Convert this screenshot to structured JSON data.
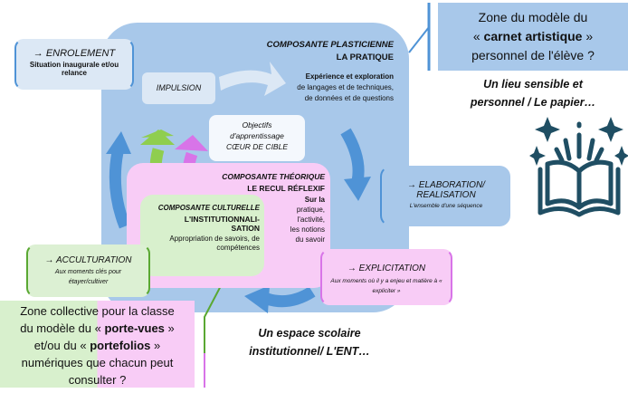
{
  "enrolement": {
    "title": "→ ENROLEMENT",
    "sub": "Situation inaugurale et/ou relance"
  },
  "impulsion": "IMPULSION",
  "plasticienne": {
    "title": "COMPOSANTE PLASTICIENNE",
    "subtitle": "LA PRATIQUE",
    "lines": [
      "Expérience et exploration",
      "de langages et de techniques,",
      "de données et de questions"
    ]
  },
  "objectifs": {
    "lines": [
      "Objectifs",
      "d'apprentissage",
      "CŒUR DE CIBLE"
    ]
  },
  "theorique": {
    "title": "COMPOSANTE THÉORIQUE",
    "subtitle": "LE RECUL RÉFLEXIF",
    "lines": [
      "Sur la",
      "pratique,",
      "l'activité,",
      "les notions",
      "du savoir"
    ]
  },
  "culturelle": {
    "title": "COMPOSANTE CULTURELLE",
    "subtitle1": "L'INSTITUTIONNALI-",
    "subtitle2": "SATION",
    "text": "Appropriation de savoirs, de compétences"
  },
  "elaboration": {
    "title1": "→ ELABORATION/",
    "title2": "REALISATION",
    "sub": "L'ensemble d'une séquence"
  },
  "explicitation": {
    "title": "→ EXPLICITATION",
    "sub": "Aux moments où il y a enjeu et matière à « expliciter »"
  },
  "acculturation": {
    "title": "→ ACCULTURATION",
    "sub": "Aux moments clés pour étayer/cultiver"
  },
  "zone_carnet": {
    "pre": "Zone du modèle du",
    "q1": "« ",
    "bold": "carnet artistique",
    "q2": " »",
    "post": "personnel de l'élève ?"
  },
  "lieu_sensible": {
    "line1": "Un lieu sensible et",
    "line2": "personnel / Le papier…"
  },
  "zone_collective": {
    "l1": "Zone collective pour la classe",
    "l2a": "du modèle du « ",
    "l2b": "porte-vues",
    "l2c": " »",
    "l3a": "et/ou du « ",
    "l3b": "portefolios",
    "l3c": " »",
    "l4": "numériques que chacun peut",
    "l5": "consulter ?"
  },
  "espace_scolaire": {
    "line1": "Un espace scolaire",
    "line2": "institutionnel/ L'ENT…"
  },
  "colors": {
    "blue": "#a8c8ea",
    "arrow_blue": "#4f93d6",
    "pink": "#f8ccf6",
    "green": "#d8f0cd",
    "violet": "#d874e8",
    "lime": "#8fce4f"
  }
}
